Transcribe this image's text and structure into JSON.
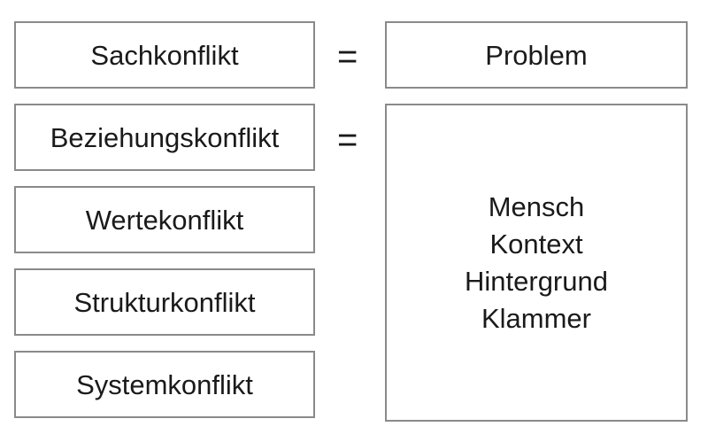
{
  "left_boxes": [
    "Sachkonflikt",
    "Beziehungskonflikt",
    "Wertekonflikt",
    "Strukturkonflikt",
    "Systemkonflikt"
  ],
  "equals_symbols": [
    "=",
    "="
  ],
  "right_top_box": "Problem",
  "right_big_box_lines": [
    "Mensch",
    "Kontext",
    "Hintergrund",
    "Klammer"
  ]
}
